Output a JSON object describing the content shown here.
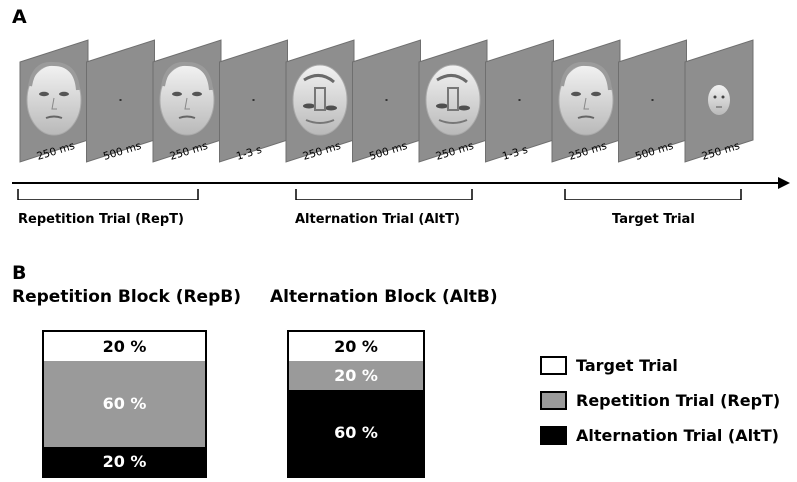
{
  "panel_a": {
    "letter": "A",
    "frames": [
      {
        "kind": "face",
        "duration": "250 ms"
      },
      {
        "kind": "fixation",
        "duration": "500 ms"
      },
      {
        "kind": "face",
        "duration": "250 ms"
      },
      {
        "kind": "fixation",
        "duration": "1-3 s"
      },
      {
        "kind": "scrambled",
        "duration": "250 ms"
      },
      {
        "kind": "fixation",
        "duration": "500 ms"
      },
      {
        "kind": "scrambled",
        "duration": "250 ms"
      },
      {
        "kind": "fixation",
        "duration": "1-3 s"
      },
      {
        "kind": "face",
        "duration": "250 ms"
      },
      {
        "kind": "fixation",
        "duration": "500 ms"
      },
      {
        "kind": "small-face",
        "duration": "250 ms"
      }
    ],
    "trials": [
      {
        "label": "Repetition Trial (RepT)"
      },
      {
        "label": "Alternation Trial (AltT)"
      },
      {
        "label": "Target Trial"
      }
    ]
  },
  "panel_b": {
    "letter": "B",
    "blocks": [
      {
        "title": "Repetition Block (RepB)",
        "segments": [
          {
            "label": "20 %",
            "value": 20,
            "type": "target"
          },
          {
            "label": "60 %",
            "value": 60,
            "type": "repetition"
          },
          {
            "label": "20 %",
            "value": 20,
            "type": "alternation"
          }
        ]
      },
      {
        "title": "Alternation Block (AltB)",
        "segments": [
          {
            "label": "20 %",
            "value": 20,
            "type": "target"
          },
          {
            "label": "20 %",
            "value": 20,
            "type": "repetition"
          },
          {
            "label": "60 %",
            "value": 60,
            "type": "alternation"
          }
        ]
      }
    ],
    "legend": [
      {
        "label": "Target Trial",
        "type": "target"
      },
      {
        "label": "Repetition Trial (RepT)",
        "type": "repetition"
      },
      {
        "label": "Alternation Trial (AltT)",
        "type": "alternation"
      }
    ],
    "colors": {
      "target": "#ffffff",
      "repetition": "#9a9a9a",
      "alternation": "#000000"
    }
  }
}
